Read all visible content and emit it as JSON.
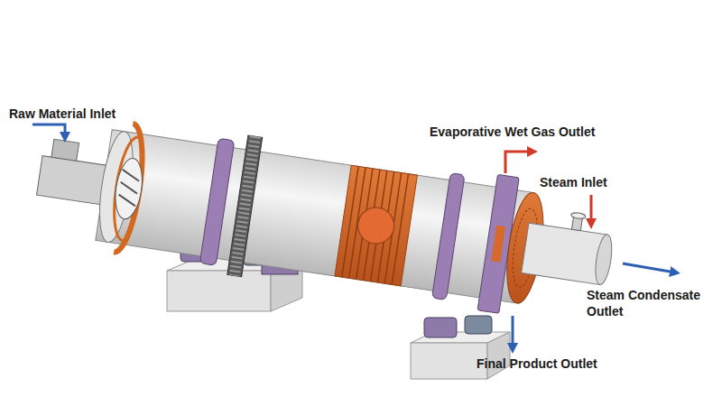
{
  "diagram": {
    "labels": [
      "Raw Material Inlet",
      "Evaporative Wet Gas Outlet",
      "Steam Inlet",
      "Steam Condensate Outlet",
      "Final Product Outlet"
    ]
  }
}
